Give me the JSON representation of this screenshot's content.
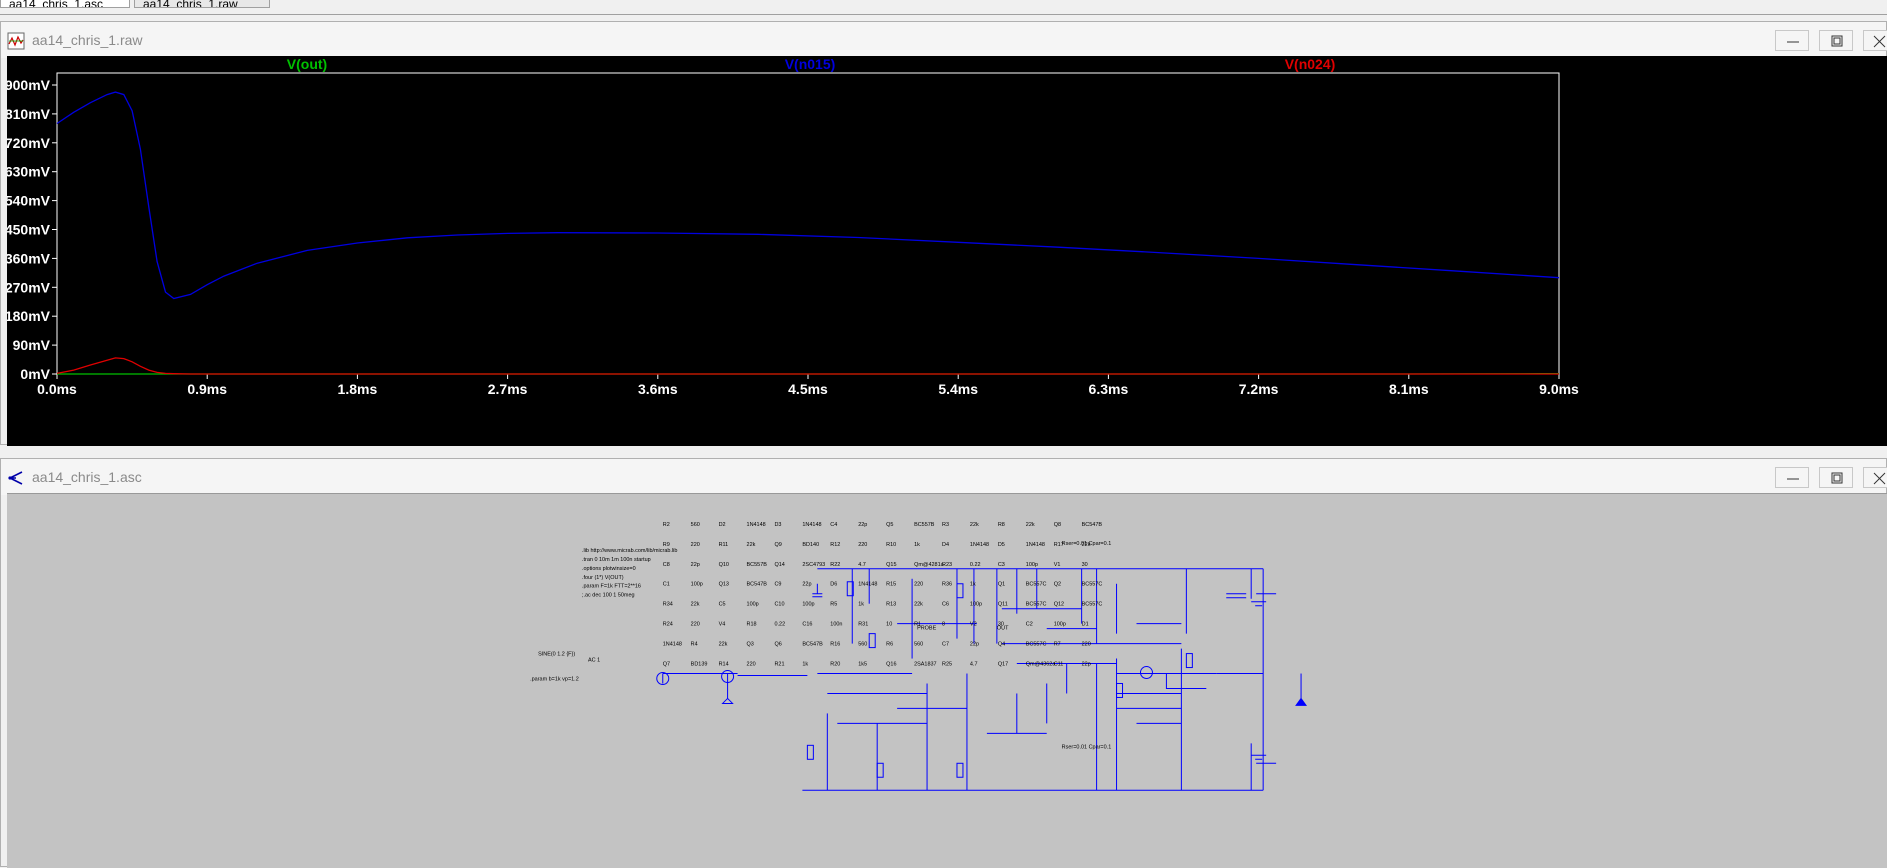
{
  "tabs": [
    {
      "label": "aa14_chris_1.asc"
    },
    {
      "label": "aa14_chris_1.raw"
    }
  ],
  "waveform_window": {
    "title": "aa14_chris_1.raw"
  },
  "schematic_window": {
    "title": "aa14_chris_1.asc",
    "directives": [
      ".lib http://www.micrab.com/lib/micrab.lib",
      ".tran 0 10m 1m 100n startup",
      ".options plotwinsize=0",
      ".four (1*) V(OUT)",
      ".param F=1k FTT=2**16",
      ";.ac dec 100 1 50meg"
    ],
    "param_directive": ".param b=1k vp=1.2",
    "source_label": "SINE(0 1.2 {F})",
    "source_ac": "AC 1",
    "probe_label": "PROBE",
    "out_label": "OUT",
    "rser_top": "Rser=0.01 Cpar=0.1",
    "rser_bottom": "Rser=0.01 Cpar=0.1",
    "components": [
      "R2",
      "560",
      "D2",
      "1N4148",
      "D3",
      "1N4148",
      "C4",
      "22p",
      "Q5",
      "BC557B",
      "R3",
      "22k",
      "R8",
      "22k",
      "Q8",
      "BC547B",
      "R9",
      "220",
      "R11",
      "22k",
      "Q9",
      "BD140",
      "R12",
      "220",
      "R10",
      "1k",
      "D4",
      "1N4148",
      "D5",
      "1N4148",
      "R17",
      "22k",
      "C8",
      "22p",
      "Q10",
      "BC557B",
      "Q14",
      "2SC4793",
      "R22",
      "4.7",
      "Q15",
      "Qm@4281a",
      "R23",
      "0.22",
      "C3",
      "100p",
      "V1",
      "30",
      "C1",
      "100p",
      "Q13",
      "BC547B",
      "C9",
      "22p",
      "D6",
      "1N4148",
      "R15",
      "220",
      "R36",
      "1k",
      "Q1",
      "BC557C",
      "Q2",
      "BC557C",
      "R34",
      "22k",
      "C5",
      "100p",
      "C10",
      "100p",
      "R5",
      "1k",
      "R13",
      "22k",
      "C6",
      "100p",
      "Q11",
      "BC557C",
      "Q12",
      "BC557C",
      "R24",
      "220",
      "V4",
      "R18",
      "0.22",
      "C16",
      "100n",
      "R31",
      "10",
      "R1",
      "8",
      "V2",
      "30",
      "C2",
      "100p",
      "D1",
      "1N4148",
      "R4",
      "22k",
      "Q3",
      "Q6",
      "BC547B",
      "R16",
      "560",
      "R6",
      "560",
      "C7",
      "22p",
      "Q4",
      "BC557C",
      "R7",
      "220",
      "Q7",
      "BD139",
      "R14",
      "220",
      "R21",
      "1k",
      "R20",
      "1k5",
      "Q16",
      "2SA1837",
      "R25",
      "4.7",
      "Q17",
      "Qm@4362a",
      "C11",
      "22p"
    ]
  },
  "chart_data": {
    "type": "line",
    "xlabel": "",
    "ylabel": "",
    "x_ticks": [
      "0.0ms",
      "0.9ms",
      "1.8ms",
      "2.7ms",
      "3.6ms",
      "4.5ms",
      "5.4ms",
      "6.3ms",
      "7.2ms",
      "8.1ms",
      "9.0ms"
    ],
    "y_ticks": [
      "0mV",
      "90mV",
      "180mV",
      "270mV",
      "360mV",
      "450mV",
      "540mV",
      "630mV",
      "720mV",
      "810mV",
      "900mV"
    ],
    "xlim": [
      0,
      9.0
    ],
    "ylim": [
      0,
      900
    ],
    "grid": false,
    "legend": "top",
    "series": [
      {
        "name": "V(out)",
        "color": "#00c000",
        "x": [
          0,
          0.5,
          1.0,
          2.0,
          4.0,
          6.0,
          8.0,
          8.9,
          9.0
        ],
        "y": [
          0,
          0,
          0,
          0,
          0,
          0,
          0,
          1,
          1
        ]
      },
      {
        "name": "V(n015)",
        "color": "#0000e0",
        "x": [
          0,
          0.1,
          0.2,
          0.3,
          0.35,
          0.4,
          0.45,
          0.5,
          0.55,
          0.6,
          0.65,
          0.7,
          0.8,
          0.9,
          1.0,
          1.2,
          1.5,
          1.8,
          2.1,
          2.4,
          2.7,
          3.0,
          3.6,
          4.2,
          4.8,
          5.4,
          6.0,
          6.6,
          7.2,
          7.8,
          8.4,
          9.0
        ],
        "y": [
          780,
          815,
          845,
          870,
          878,
          870,
          820,
          700,
          520,
          350,
          255,
          235,
          248,
          278,
          305,
          345,
          385,
          408,
          424,
          433,
          438,
          440,
          439,
          435,
          425,
          410,
          395,
          378,
          360,
          340,
          320,
          300
        ]
      },
      {
        "name": "V(n024)",
        "color": "#e00000",
        "x": [
          0,
          0.1,
          0.2,
          0.3,
          0.35,
          0.4,
          0.45,
          0.5,
          0.55,
          0.6,
          0.65,
          0.7,
          0.8,
          1.0,
          2.0,
          4.0,
          6.0,
          8.0,
          9.0
        ],
        "y": [
          2,
          12,
          28,
          43,
          50,
          48,
          38,
          24,
          12,
          5,
          2,
          1,
          0,
          0,
          0,
          0,
          0,
          0,
          0
        ]
      }
    ]
  },
  "colors": {
    "plot_bg": "#000000",
    "axis_text": "#ffffff",
    "wire": "#0000ff",
    "schematic_bg": "#c3c3c3"
  }
}
